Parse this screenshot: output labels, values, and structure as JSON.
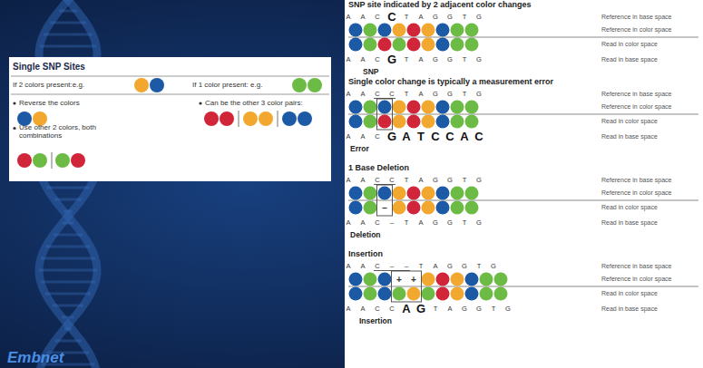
{
  "diagram": {
    "nodes": [
      {
        "text": [
          "Single SNP Sites",
          "If 2 colors present:e.g.",
          "If 1 color present: e.g.",
          "Reverse the colors",
          "Use other 2 colors, both combinations",
          "Can be the other 3 color pairs:"
        ]
      },
      {
        "text": [
          "SNP site indicated by 2 adjacent color changes",
          "A",
          "A",
          "C",
          "C",
          "T",
          "A",
          "G",
          "G",
          "T",
          "G",
          "Reference in base space",
          "Reference in color space",
          "Read in color space",
          "A",
          "A",
          "C",
          "G",
          "T",
          "A",
          "G",
          "G",
          "T",
          "G",
          "Read in base space",
          "SNP",
          "Single color change is typically a measurement error",
          "A",
          "A",
          "C",
          "C",
          "T",
          "A",
          "G",
          "G",
          "T",
          "G",
          "Reference in base space",
          "Reference in color space",
          "Read in color space",
          "A",
          "A",
          "C",
          "G",
          "A",
          "T",
          "C",
          "C",
          "A",
          "C",
          "Read in base space",
          "Error",
          "1 Base Deletion",
          "A",
          "A",
          "C",
          "C",
          "T",
          "A",
          "G",
          "G",
          "T",
          "G",
          "Reference in base space",
          "Reference in color space",
          "–",
          "Read in color space",
          "A",
          "A",
          "C",
          "–",
          "T",
          "A",
          "G",
          "G",
          "T",
          "G",
          "Read in base space",
          "Deletion",
          "Insertion",
          "A",
          "A",
          "C",
          "–",
          "–",
          "T",
          "A",
          "G",
          "G",
          "T",
          "G",
          "Reference in base space",
          "+",
          "+",
          "Reference in color space",
          "Read in color space",
          "A",
          "A",
          "C",
          "C",
          "A",
          "G",
          "T",
          "A",
          "G",
          "G",
          "T",
          "G",
          "Read in base space",
          "Insertion"
        ]
      }
    ],
    "labels": [
      "Embnet"
    ]
  }
}
